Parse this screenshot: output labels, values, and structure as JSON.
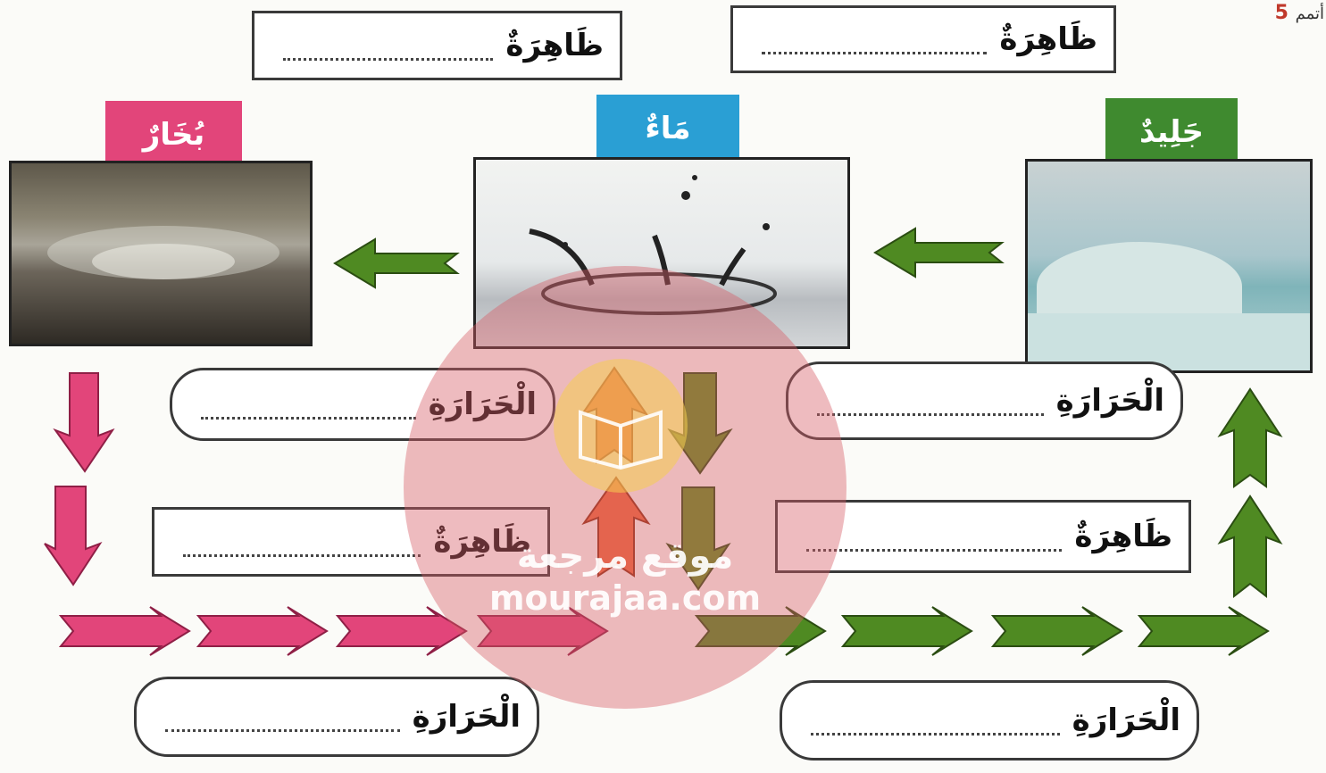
{
  "corner_number": "5",
  "corner_text": "أتمم",
  "states": {
    "gas": {
      "label": "بُخَارٌ",
      "color": "#e2457a"
    },
    "liquid": {
      "label": "مَاءٌ",
      "color": "#2a9fd4"
    },
    "solid": {
      "label": "جَلِيدٌ",
      "color": "#3f8a2f"
    }
  },
  "phenomenon_boxes": [
    {
      "id": "top-left",
      "label": "ظَاهِرَةٌ"
    },
    {
      "id": "top-right",
      "label": "ظَاهِرَةٌ"
    },
    {
      "id": "middle-left",
      "label": "ظَاهِرَةٌ"
    },
    {
      "id": "middle-right",
      "label": "ظَاهِرَةٌ"
    }
  ],
  "heat_boxes": [
    {
      "id": "upper-left",
      "label": "الْحَرَارَةِ"
    },
    {
      "id": "upper-right",
      "label": "الْحَرَارَةِ"
    },
    {
      "id": "lower-left",
      "label": "الْحَرَارَةِ"
    },
    {
      "id": "lower-right",
      "label": "الْحَرَارَةِ"
    }
  ],
  "arrow_colors": {
    "pink": "#e2457a",
    "green": "#4f8a22",
    "orange": "#ee6a3d"
  },
  "watermark": {
    "arabic": "موقع مرجعة",
    "latin": "mourajaa.com",
    "icon": "book-icon"
  }
}
